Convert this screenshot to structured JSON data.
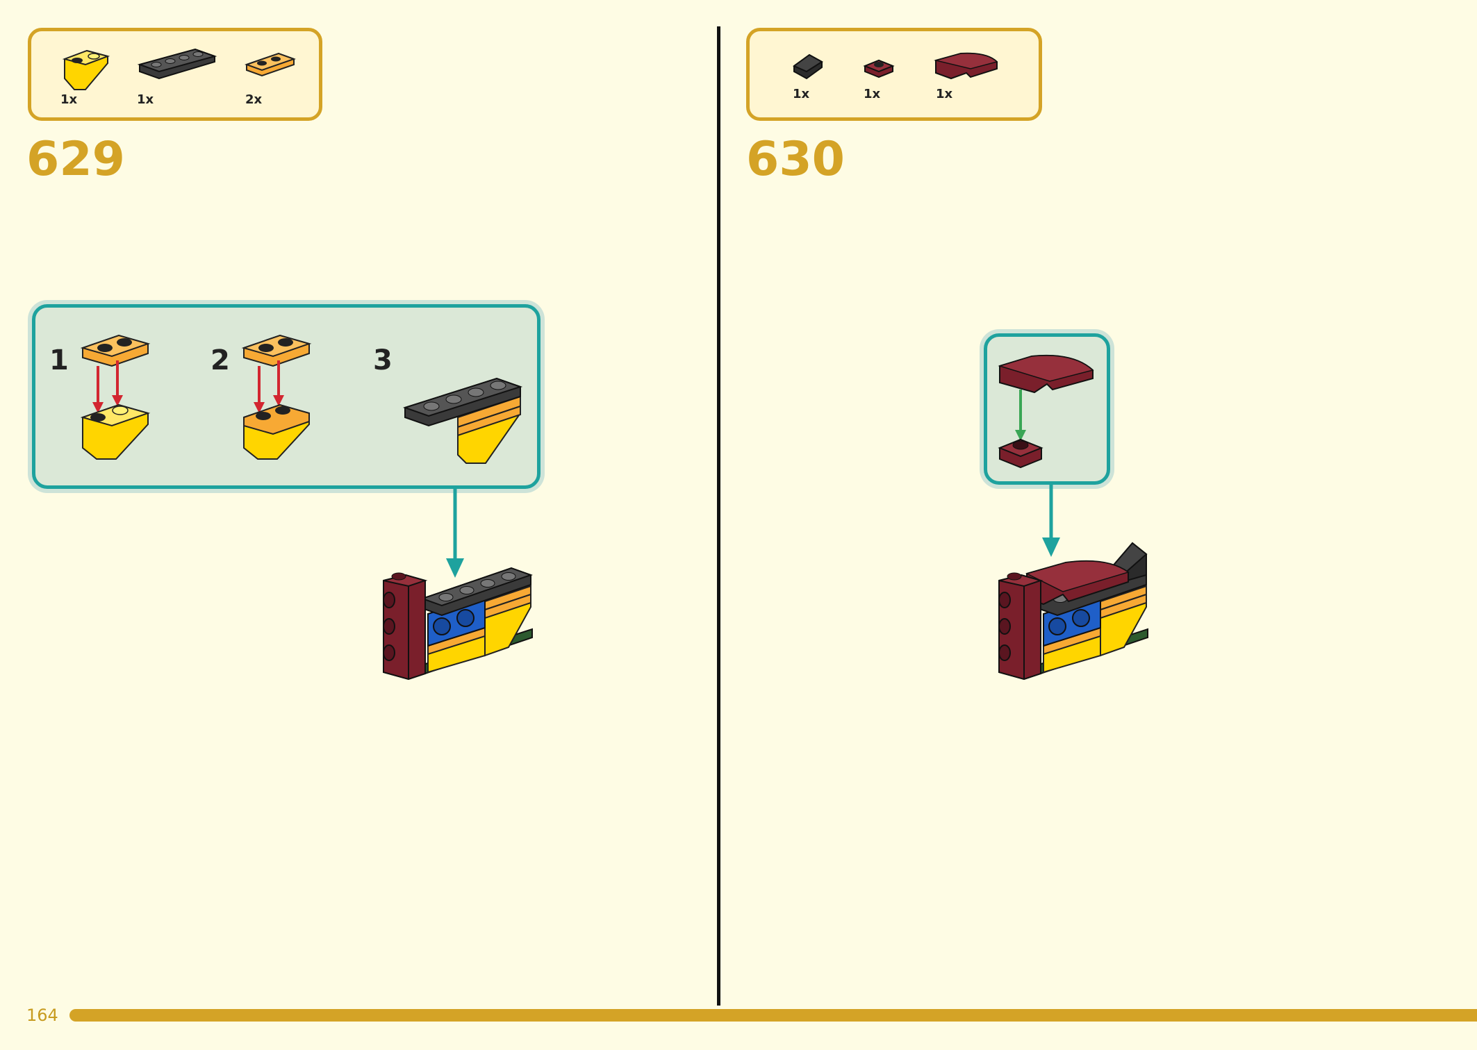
{
  "page_number": "164",
  "colors": {
    "page_background": "#fefce4",
    "accent_gold": "#d4a326",
    "callout_teal": "#1ea29e",
    "callout_fill": "#dbe8d7",
    "arrow_red": "#d22630",
    "arrow_green": "#3aa655"
  },
  "steps": [
    {
      "number": "629",
      "parts": [
        {
          "qty": "1x",
          "icon": "yellow-inverted-slope-icon",
          "color": "#ffd500"
        },
        {
          "qty": "1x",
          "icon": "black-1x4-plate-icon",
          "color": "#3a3a3a"
        },
        {
          "qty": "2x",
          "icon": "orange-1x2-plate-icon",
          "color": "#f7a934"
        }
      ],
      "substeps": [
        "1",
        "2",
        "3"
      ]
    },
    {
      "number": "630",
      "parts": [
        {
          "qty": "1x",
          "icon": "black-slope-tile-icon",
          "color": "#2b2b2b"
        },
        {
          "qty": "1x",
          "icon": "dark-red-1x1-plate-icon",
          "color": "#7a1f2b"
        },
        {
          "qty": "1x",
          "icon": "dark-red-curved-slope-icon",
          "color": "#7a1f2b"
        }
      ]
    }
  ]
}
